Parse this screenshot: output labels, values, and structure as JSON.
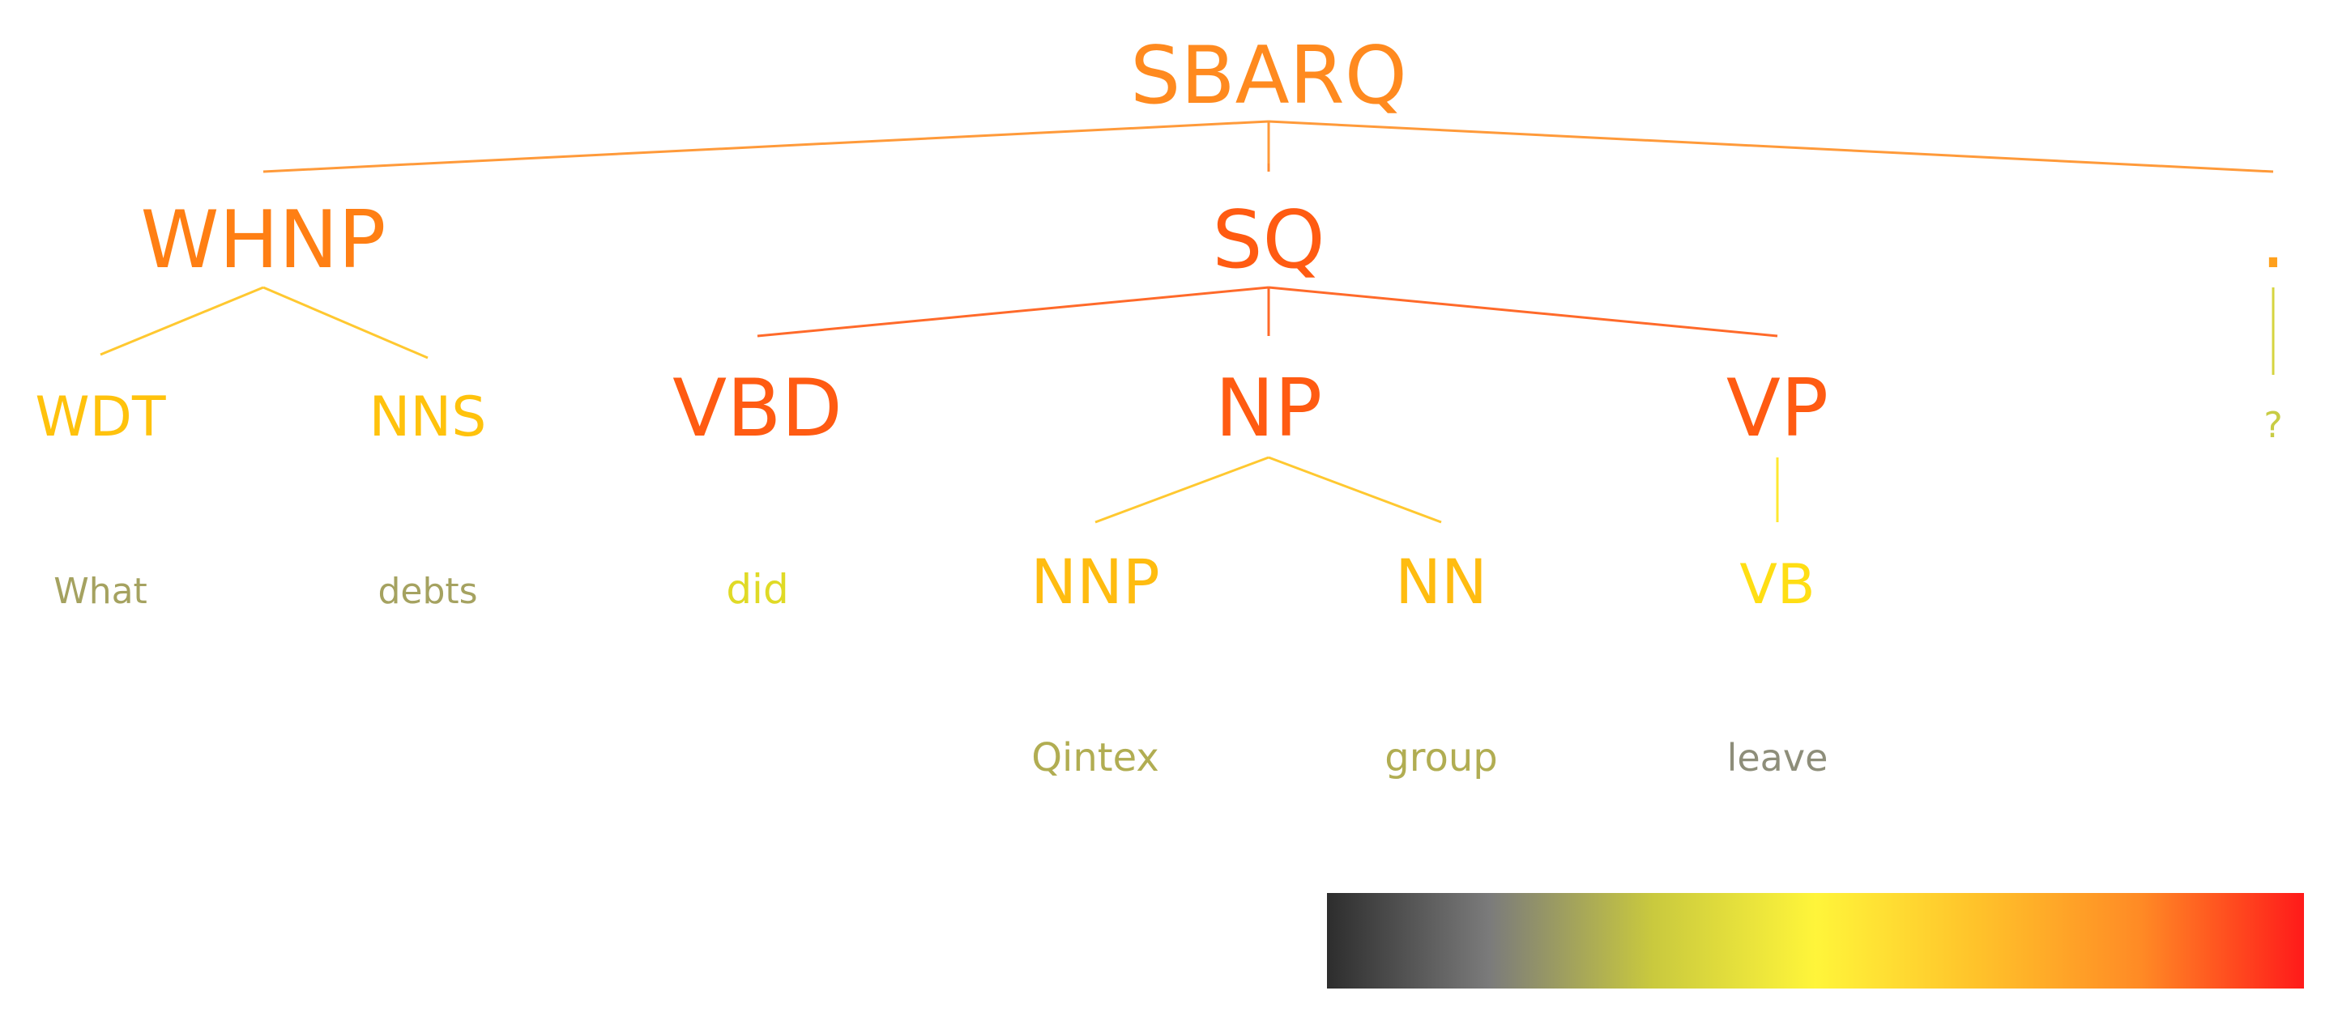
{
  "tree": {
    "nodes": [
      {
        "id": "sbarq",
        "label": "SBARQ",
        "kind": "phrase",
        "color": "#ff8a1f"
      },
      {
        "id": "whnp",
        "label": "WHNP",
        "kind": "phrase",
        "color": "#ff7f14"
      },
      {
        "id": "sq",
        "label": "SQ",
        "kind": "phrase",
        "color": "#ff5b12"
      },
      {
        "id": "period",
        "label": ".",
        "kind": "phrase",
        "color": "#ffa01c"
      },
      {
        "id": "wdt",
        "label": "WDT",
        "kind": "tag",
        "color": "#ffc20c"
      },
      {
        "id": "nns",
        "label": "NNS",
        "kind": "tag",
        "color": "#ffc20c"
      },
      {
        "id": "vbd",
        "label": "VBD",
        "kind": "phrase",
        "color": "#ff5b12"
      },
      {
        "id": "np",
        "label": "NP",
        "kind": "phrase",
        "color": "#ff5b12"
      },
      {
        "id": "vp",
        "label": "VP",
        "kind": "phrase",
        "color": "#ff5b12"
      },
      {
        "id": "q",
        "label": "?",
        "kind": "word",
        "color": "#c8cc44"
      },
      {
        "id": "what",
        "label": "What",
        "kind": "word",
        "color": "#a5a260"
      },
      {
        "id": "debts",
        "label": "debts",
        "kind": "word",
        "color": "#a5a260"
      },
      {
        "id": "did",
        "label": "did",
        "kind": "word",
        "color": "#e0da26"
      },
      {
        "id": "nnp",
        "label": "NNP",
        "kind": "tag",
        "color": "#ffbc10"
      },
      {
        "id": "nn",
        "label": "NN",
        "kind": "tag",
        "color": "#ffbc10"
      },
      {
        "id": "vb",
        "label": "VB",
        "kind": "tag",
        "color": "#ffde14"
      },
      {
        "id": "qintex",
        "label": "Qintex",
        "kind": "word",
        "color": "#b1ad52"
      },
      {
        "id": "group",
        "label": "group",
        "kind": "word",
        "color": "#b1ad52"
      },
      {
        "id": "leave",
        "label": "leave",
        "kind": "word",
        "color": "#8e8e7a"
      }
    ],
    "edges": [
      {
        "from": "sbarq",
        "to": "whnp",
        "color": "#ff9a3a"
      },
      {
        "from": "sbarq",
        "to": "sq",
        "color": "#ff8a30"
      },
      {
        "from": "sbarq",
        "to": "period",
        "color": "#ff9a3a"
      },
      {
        "from": "whnp",
        "to": "wdt",
        "color": "#ffc830"
      },
      {
        "from": "whnp",
        "to": "nns",
        "color": "#ffc830"
      },
      {
        "from": "sq",
        "to": "vbd",
        "color": "#ff6a2a"
      },
      {
        "from": "sq",
        "to": "np",
        "color": "#ff6a2a"
      },
      {
        "from": "sq",
        "to": "vp",
        "color": "#ff6a2a"
      },
      {
        "from": "period",
        "to": "q",
        "color": "#d6d440"
      },
      {
        "from": "wdt",
        "to": "what",
        "color": "#b3ae60"
      },
      {
        "from": "nns",
        "to": "debts",
        "color": "#b3ae60"
      },
      {
        "from": "vbd",
        "to": "did",
        "color": "#eee230"
      },
      {
        "from": "np",
        "to": "nnp",
        "color": "#ffc830"
      },
      {
        "from": "np",
        "to": "nn",
        "color": "#ffc830"
      },
      {
        "from": "vp",
        "to": "vb",
        "color": "#ffe830"
      },
      {
        "from": "nnp",
        "to": "qintex",
        "color": "#b3ae60"
      },
      {
        "from": "nn",
        "to": "group",
        "color": "#b3ae60"
      },
      {
        "from": "vb",
        "to": "leave",
        "color": "#9a9a80"
      }
    ]
  },
  "colorbar": {
    "stops": [
      "#2d2d2d",
      "#7b7b7b",
      "#c9c93e",
      "#fff53a",
      "#ffc22a",
      "#ff8a25",
      "#ff1a1a"
    ]
  }
}
